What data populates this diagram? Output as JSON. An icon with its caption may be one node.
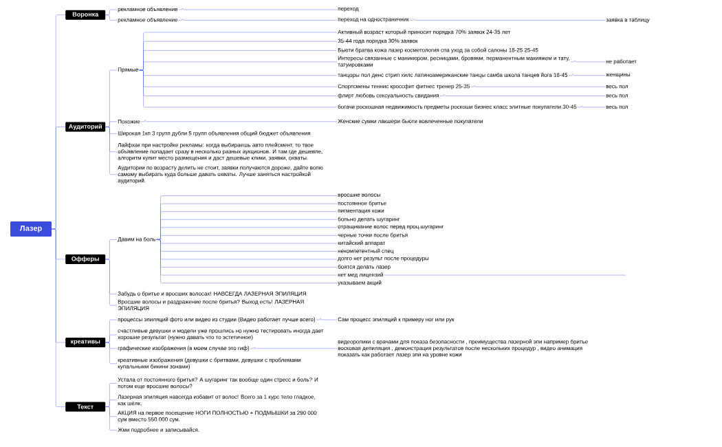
{
  "diagram": {
    "nodes": [
      {
        "text": [
          "Лазер"
        ]
      },
      {
        "text": [
          "Воронка"
        ]
      },
      {
        "text": [
          "рекламное объявление"
        ]
      },
      {
        "text": [
          "рекламное объявление"
        ]
      },
      {
        "text": [
          "переход"
        ]
      },
      {
        "text": [
          "переход на одностраничник"
        ]
      },
      {
        "text": [
          "заявка в таблицу"
        ]
      },
      {
        "text": [
          "Аудиторий"
        ]
      },
      {
        "text": [
          "Прямые"
        ]
      },
      {
        "text": [
          "Активный возраст который приносит порядка 70% заявок 24-35 лет"
        ]
      },
      {
        "text": [
          "35-44 года порядка 30% заявок"
        ]
      },
      {
        "text": [
          "Бьюти братва кожа лазер косметология спа уход за собой салоны 18-25 25-45"
        ]
      },
      {
        "text": [
          "Интересы связанные с маникюром, ресницами, бровями, перманентным макияжем и тату, татуировками"
        ]
      },
      {
        "text": [
          "танцоры пол денс стрип хилс латиноамериканские танцы самба школа танцев йога 18-45"
        ]
      },
      {
        "text": [
          "Спортсмены теннис кроссфит фитнес тренер 25-35"
        ]
      },
      {
        "text": [
          "флирт любовь сексуальность свидания"
        ]
      },
      {
        "text": [
          "богачи роскошная недвижимость предметы роскоши бизнес класс элитные покупатели 30-45"
        ]
      },
      {
        "text": [
          "не работает"
        ]
      },
      {
        "text": [
          "женщины"
        ]
      },
      {
        "text": [
          "весь пол"
        ]
      },
      {
        "text": [
          "весь пол"
        ]
      },
      {
        "text": [
          "весь пол"
        ]
      },
      {
        "text": [
          "Похожие"
        ]
      },
      {
        "text": [
          "Женские сумки лакшери бьюти вовлеченные покупатели"
        ]
      },
      {
        "text": [
          "Широкая 1кп 3 групп дубли 5 групп объявления общий бюджет объявления"
        ]
      },
      {
        "text": [
          "Лайфхак при настройке рекламы: когда выбираешь авто плейсмент, то твое объявление попадает сразу в несколько разных аукционов. И там где дешевле, алгоритм купит место размещения и даст дешевые клики, заявки, охваты."
        ]
      },
      {
        "text": [
          "Аудитории по возрасту делить не стоит, заявки получаются дороже, дайте волю самому выбирать куда больше давать охваты. Лучше заняться настройкой аудиторий."
        ]
      },
      {
        "text": [
          "Офферы"
        ]
      },
      {
        "text": [
          "Давим на боль"
        ]
      },
      {
        "text": [
          "вросшие волосы"
        ]
      },
      {
        "text": [
          "постоянное бритье"
        ]
      },
      {
        "text": [
          "пигментация кожи"
        ]
      },
      {
        "text": [
          "больно делать шугаринг"
        ]
      },
      {
        "text": [
          "отращивание волос перед проц.шугаринг"
        ]
      },
      {
        "text": [
          "черные точки после бритья"
        ]
      },
      {
        "text": [
          "китайский аппарат"
        ]
      },
      {
        "text": [
          "некомпетентный спец"
        ]
      },
      {
        "text": [
          "долго нет результ после процедуры"
        ]
      },
      {
        "text": [
          "боятся делать лазер"
        ]
      },
      {
        "text": [
          "нет мед лицензий"
        ]
      },
      {
        "text": [
          "указываем акций"
        ]
      },
      {
        "text": [
          "Забудь о бритье и вросших волосах! НАВСЕГДА ЛАЗЕРНАЯ ЭПИЛЯЦИЯ"
        ]
      },
      {
        "text": [
          "Вросшие волосы и раздражение после бритья? Выход есть! ЛАЗЕРНАЯ ЭПИЛЯЦИЯ"
        ]
      },
      {
        "text": [
          "креативы"
        ]
      },
      {
        "text": [
          "процессы эпиляций фото или видео из студии (Видео работает лучше всего)"
        ]
      },
      {
        "text": [
          "Сам процесс эпиляций к примеру ног или рук"
        ]
      },
      {
        "text": [
          "счастливые девушки и модели уже прошлись но нужно тестировать иногда дает хорошие результат (нужно давать что то эстетичное)"
        ]
      },
      {
        "text": [
          "графические изображения (в моем случае это гиф)"
        ]
      },
      {
        "text": [
          "видеоролики с врачами для показа безопасности , преимущества лазерной эпи например бритье восковая депиляция , демонстрация результатов после нескольких процедур , видео анимация показать как работает лазер эпи на уровне кожи"
        ]
      },
      {
        "text": [
          "креативные изображения (девушки с бритвами, девушки с проблемами купальными бикини зонами)"
        ]
      },
      {
        "text": [
          "Текст"
        ]
      },
      {
        "text": [
          "Устала от постоянного бритья? А шугаринг так вообще один стресс и боль? И потом еще вросшие волосы?"
        ]
      },
      {
        "text": [
          "Лазерная эпиляция навсегда избавит от волос! Всего за 1 курс тело гладкое, как шёлк."
        ]
      },
      {
        "text": [
          "АКЦИЯ на первое посещение НОГИ ПОЛНОСТЬЮ + ПОДМЫШКИ за 290 000 сум вместо 550 000 сум."
        ]
      },
      {
        "text": [
          "Жми подробнее и записывайся."
        ]
      }
    ],
    "edges": [
      {
        "from": 0,
        "to": 1,
        "arrow": "none"
      },
      {
        "from": 0,
        "to": 7,
        "arrow": "none"
      },
      {
        "from": 0,
        "to": 27,
        "arrow": "none"
      },
      {
        "from": 0,
        "to": 43,
        "arrow": "none"
      },
      {
        "from": 0,
        "to": 50,
        "arrow": "none"
      },
      {
        "from": 1,
        "to": 2,
        "arrow": "none"
      },
      {
        "from": 1,
        "to": 3,
        "arrow": "none"
      },
      {
        "from": 2,
        "to": 4,
        "arrow": "none"
      },
      {
        "from": 3,
        "to": 5,
        "arrow": "none"
      },
      {
        "from": 5,
        "to": 6,
        "arrow": "none"
      },
      {
        "from": 7,
        "to": 8,
        "arrow": "none"
      },
      {
        "from": 7,
        "to": 22,
        "arrow": "none"
      },
      {
        "from": 7,
        "to": 24,
        "arrow": "none"
      },
      {
        "from": 7,
        "to": 25,
        "arrow": "none"
      },
      {
        "from": 7,
        "to": 26,
        "arrow": "none"
      },
      {
        "from": 8,
        "to": 9,
        "arrow": "none"
      },
      {
        "from": 8,
        "to": 10,
        "arrow": "none"
      },
      {
        "from": 8,
        "to": 11,
        "arrow": "none"
      },
      {
        "from": 8,
        "to": 12,
        "arrow": "none"
      },
      {
        "from": 8,
        "to": 13,
        "arrow": "none"
      },
      {
        "from": 8,
        "to": 14,
        "arrow": "none"
      },
      {
        "from": 8,
        "to": 15,
        "arrow": "none"
      },
      {
        "from": 8,
        "to": 16,
        "arrow": "none"
      },
      {
        "from": 12,
        "to": 17,
        "arrow": "none"
      },
      {
        "from": 13,
        "to": 18,
        "arrow": "none"
      },
      {
        "from": 14,
        "to": 19,
        "arrow": "none"
      },
      {
        "from": 15,
        "to": 20,
        "arrow": "none"
      },
      {
        "from": 16,
        "to": 21,
        "arrow": "none"
      },
      {
        "from": 22,
        "to": 23,
        "arrow": "none"
      },
      {
        "from": 27,
        "to": 28,
        "arrow": "none"
      },
      {
        "from": 27,
        "to": 41,
        "arrow": "none"
      },
      {
        "from": 27,
        "to": 42,
        "arrow": "none"
      },
      {
        "from": 28,
        "to": 29,
        "arrow": "none"
      },
      {
        "from": 28,
        "to": 30,
        "arrow": "none"
      },
      {
        "from": 28,
        "to": 31,
        "arrow": "none"
      },
      {
        "from": 28,
        "to": 32,
        "arrow": "none"
      },
      {
        "from": 28,
        "to": 33,
        "arrow": "none"
      },
      {
        "from": 28,
        "to": 34,
        "arrow": "none"
      },
      {
        "from": 28,
        "to": 35,
        "arrow": "none"
      },
      {
        "from": 28,
        "to": 36,
        "arrow": "none"
      },
      {
        "from": 28,
        "to": 37,
        "arrow": "none"
      },
      {
        "from": 28,
        "to": 38,
        "arrow": "none"
      },
      {
        "from": 28,
        "to": 39,
        "arrow": "none"
      },
      {
        "from": 28,
        "to": 40,
        "arrow": "none"
      },
      {
        "from": 39,
        "to": null,
        "arrow": "none"
      },
      {
        "from": 43,
        "to": 44,
        "arrow": "none"
      },
      {
        "from": 43,
        "to": 46,
        "arrow": "none"
      },
      {
        "from": 43,
        "to": 47,
        "arrow": "none"
      },
      {
        "from": 43,
        "to": 49,
        "arrow": "none"
      },
      {
        "from": 44,
        "to": 45,
        "arrow": "none"
      },
      {
        "from": 47,
        "to": 48,
        "arrow": "none"
      },
      {
        "from": 50,
        "to": 51,
        "arrow": "none"
      },
      {
        "from": 50,
        "to": 52,
        "arrow": "none"
      },
      {
        "from": 50,
        "to": 53,
        "arrow": "none"
      },
      {
        "from": 50,
        "to": 54,
        "arrow": "none"
      }
    ]
  }
}
